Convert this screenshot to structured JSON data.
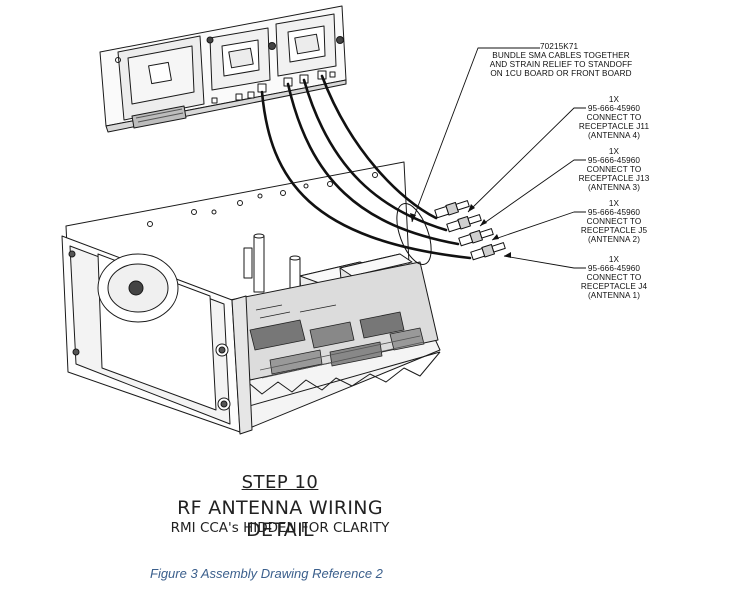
{
  "callouts": {
    "bundle": {
      "part_number": "70215K71",
      "lines": [
        "BUNDLE SMA CABLES TOGETHER",
        "AND STRAIN RELIEF TO STANDOFF",
        "ON 1CU BOARD OR FRONT BOARD"
      ]
    },
    "antenna4": {
      "qty": "1X",
      "lines": [
        "95-666-45960",
        "CONNECT TO",
        "RECEPTACLE J11",
        "(ANTENNA 4)"
      ]
    },
    "antenna3": {
      "qty": "1X",
      "lines": [
        "95-666-45960",
        "CONNECT TO",
        "RECEPTACLE J13",
        "(ANTENNA 3)"
      ]
    },
    "antenna2": {
      "qty": "1X",
      "lines": [
        "95-666-45960",
        "CONNECT TO",
        "RECEPTACLE J5",
        "(ANTENNA 2)"
      ]
    },
    "antenna1": {
      "qty": "1X",
      "lines": [
        "95-666-45960",
        "CONNECT TO",
        "RECEPTACLE J4",
        "(ANTENNA 1)"
      ]
    }
  },
  "title_block": {
    "step": "STEP 10",
    "title": "RF ANTENNA WIRING DETAIL",
    "subtitle": "RMI CCA's HIDDEN FOR CLARITY"
  },
  "caption": "Figure 3 Assembly Drawing Reference 2"
}
